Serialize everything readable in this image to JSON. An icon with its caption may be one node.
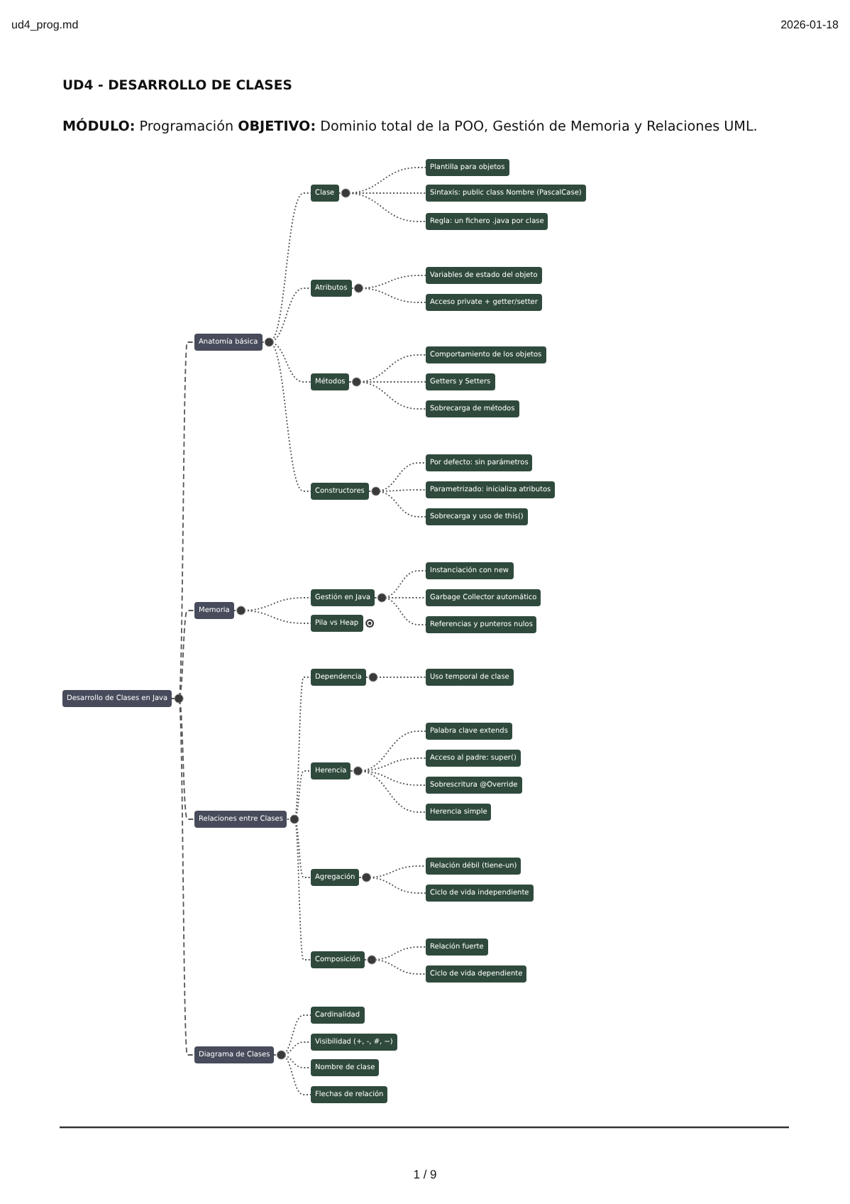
{
  "diagram": {
    "title": "UD4 - DESARROLLO DE CLASES",
    "nodes": [
      {
        "text": [
          "Desarrollo de Clases en Java"
        ]
      },
      {
        "text": [
          "Anatomía básica"
        ]
      },
      {
        "text": [
          "Clase"
        ]
      },
      {
        "text": [
          "Plantilla para objetos"
        ]
      },
      {
        "text": [
          "Sintaxis: public class Nombre (PascalCase)"
        ]
      },
      {
        "text": [
          "Regla: un fichero .java por clase"
        ]
      },
      {
        "text": [
          "Atributos"
        ]
      },
      {
        "text": [
          "Variables de estado del objeto"
        ]
      },
      {
        "text": [
          "Acceso private + getter/setter"
        ]
      },
      {
        "text": [
          "Métodos"
        ]
      },
      {
        "text": [
          "Comportamiento de los objetos"
        ]
      },
      {
        "text": [
          "Getters y Setters"
        ]
      },
      {
        "text": [
          "Sobrecarga de métodos"
        ]
      },
      {
        "text": [
          "Constructores"
        ]
      },
      {
        "text": [
          "Por defecto: sin parámetros"
        ]
      },
      {
        "text": [
          "Parametrizado: inicializa atributos"
        ]
      },
      {
        "text": [
          "Sobrecarga y uso de this()"
        ]
      },
      {
        "text": [
          "Memoria"
        ]
      },
      {
        "text": [
          "Gestión en Java"
        ]
      },
      {
        "text": [
          "Instanciación con new"
        ]
      },
      {
        "text": [
          "Garbage Collector automático"
        ]
      },
      {
        "text": [
          "Referencias y punteros nulos"
        ]
      },
      {
        "text": [
          "Pila vs Heap"
        ]
      },
      {
        "text": [
          "Relaciones entre Clases"
        ]
      },
      {
        "text": [
          "Dependencia"
        ]
      },
      {
        "text": [
          "Uso temporal de clase"
        ]
      },
      {
        "text": [
          "Herencia"
        ]
      },
      {
        "text": [
          "Palabra clave extends"
        ]
      },
      {
        "text": [
          "Acceso al padre: super()"
        ]
      },
      {
        "text": [
          "Sobrescritura @Override"
        ]
      },
      {
        "text": [
          "Herencia simple"
        ]
      },
      {
        "text": [
          "Agregación"
        ]
      },
      {
        "text": [
          "Relación débil (tiene-un)"
        ]
      },
      {
        "text": [
          "Ciclo de vida independiente"
        ]
      },
      {
        "text": [
          "Composición"
        ]
      },
      {
        "text": [
          "Relación fuerte"
        ]
      },
      {
        "text": [
          "Ciclo de vida dependiente"
        ]
      },
      {
        "text": [
          "Diagrama de Clases"
        ]
      },
      {
        "text": [
          "Cardinalidad"
        ]
      },
      {
        "text": [
          "Visibilidad (+, -, #, ~)"
        ]
      },
      {
        "text": [
          "Nombre de clase"
        ]
      },
      {
        "text": [
          "Flechas de relación"
        ]
      }
    ],
    "edges": [
      {
        "from": 0,
        "to": 1,
        "arrow": "none",
        "style": "dashed"
      },
      {
        "from": 1,
        "to": 2,
        "arrow": "none"
      },
      {
        "from": 2,
        "to": 3,
        "arrow": "none"
      },
      {
        "from": 2,
        "to": 4,
        "arrow": "none"
      },
      {
        "from": 2,
        "to": 5,
        "arrow": "none"
      },
      {
        "from": 1,
        "to": 6,
        "arrow": "none"
      },
      {
        "from": 6,
        "to": 7,
        "arrow": "none"
      },
      {
        "from": 6,
        "to": 8,
        "arrow": "none"
      },
      {
        "from": 1,
        "to": 9,
        "arrow": "none"
      },
      {
        "from": 9,
        "to": 10,
        "arrow": "none"
      },
      {
        "from": 9,
        "to": 11,
        "arrow": "none"
      },
      {
        "from": 9,
        "to": 12,
        "arrow": "none"
      },
      {
        "from": 1,
        "to": 13,
        "arrow": "none"
      },
      {
        "from": 13,
        "to": 14,
        "arrow": "none"
      },
      {
        "from": 13,
        "to": 15,
        "arrow": "none"
      },
      {
        "from": 13,
        "to": 16,
        "arrow": "none"
      },
      {
        "from": 0,
        "to": 17,
        "arrow": "none",
        "style": "dashed"
      },
      {
        "from": 17,
        "to": 18,
        "arrow": "none"
      },
      {
        "from": 18,
        "to": 19,
        "arrow": "none"
      },
      {
        "from": 18,
        "to": 20,
        "arrow": "none"
      },
      {
        "from": 18,
        "to": 21,
        "arrow": "none"
      },
      {
        "from": 17,
        "to": 22,
        "arrow": "none"
      },
      {
        "from": 0,
        "to": 23,
        "arrow": "none",
        "style": "dashed"
      },
      {
        "from": 23,
        "to": 24,
        "arrow": "none"
      },
      {
        "from": 24,
        "to": 25,
        "arrow": "none"
      },
      {
        "from": 23,
        "to": 26,
        "arrow": "none"
      },
      {
        "from": 26,
        "to": 27,
        "arrow": "none"
      },
      {
        "from": 26,
        "to": 28,
        "arrow": "none"
      },
      {
        "from": 26,
        "to": 29,
        "arrow": "none"
      },
      {
        "from": 26,
        "to": 30,
        "arrow": "none"
      },
      {
        "from": 23,
        "to": 31,
        "arrow": "none"
      },
      {
        "from": 31,
        "to": 32,
        "arrow": "none"
      },
      {
        "from": 31,
        "to": 33,
        "arrow": "none"
      },
      {
        "from": 23,
        "to": 34,
        "arrow": "none"
      },
      {
        "from": 34,
        "to": 35,
        "arrow": "none"
      },
      {
        "from": 34,
        "to": 36,
        "arrow": "none"
      },
      {
        "from": 0,
        "to": 37,
        "arrow": "none",
        "style": "dashed"
      },
      {
        "from": 37,
        "to": 38,
        "arrow": "none"
      },
      {
        "from": 37,
        "to": 39,
        "arrow": "none"
      },
      {
        "from": 37,
        "to": 40,
        "arrow": "none"
      },
      {
        "from": 37,
        "to": 41,
        "arrow": "none"
      }
    ],
    "labels": [
      "ud4_prog.md",
      "2026-01-18",
      "**MÓDULO:** Programación **OBJETIVO:** Dominio total de la POO, Gestión de Memoria y Relaciones UML.",
      "1 / 9"
    ]
  }
}
